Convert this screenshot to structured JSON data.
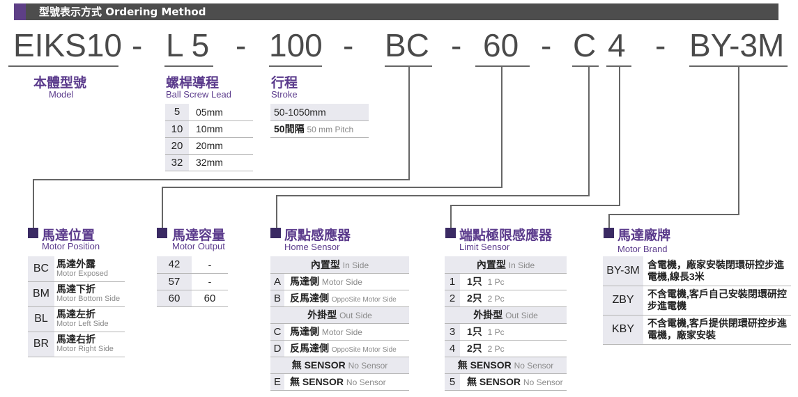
{
  "header": {
    "title": "型號表示方式 Ordering Method"
  },
  "code": {
    "model": "EIKS10",
    "dash1": "-",
    "lead": "L 5",
    "dash2": "-",
    "stroke": "100",
    "dash3": "-",
    "position": "BC",
    "dash4": "-",
    "output": "60",
    "dash5": "-",
    "sensor_c": "C",
    "sensor_n": "4",
    "dash6": "-",
    "brand": "BY-3M"
  },
  "model_label": {
    "cn": "本體型號",
    "en": "Model"
  },
  "lead": {
    "title_cn": "螺桿導程",
    "title_en": "Ball Screw Lead",
    "rows": [
      {
        "key": "5",
        "value": "05mm"
      },
      {
        "key": "10",
        "value": "10mm"
      },
      {
        "key": "20",
        "value": "20mm"
      },
      {
        "key": "32",
        "value": "32mm"
      }
    ]
  },
  "stroke": {
    "title_cn": "行程",
    "title_en": "Stroke",
    "range": "50-1050mm",
    "pitch_cn": "50間隔",
    "pitch_en": "50 mm Pitch"
  },
  "motor_position": {
    "title_cn": "馬達位置",
    "title_en": "Motor Position",
    "rows": [
      {
        "key": "BC",
        "cn": "馬達外露",
        "en": "Motor Exposed"
      },
      {
        "key": "BM",
        "cn": "馬達下折",
        "en": "Motor Bottom Side"
      },
      {
        "key": "BL",
        "cn": "馬達左折",
        "en": "Motor Left Side"
      },
      {
        "key": "BR",
        "cn": "馬達右折",
        "en": "Motor Right Side"
      }
    ]
  },
  "motor_output": {
    "title_cn": "馬達容量",
    "title_en": "Motor Output",
    "rows": [
      {
        "key": "42",
        "value": "-"
      },
      {
        "key": "57",
        "value": "-"
      },
      {
        "key": "60",
        "value": "60"
      }
    ]
  },
  "home_sensor": {
    "title_cn": "原點感應器",
    "title_en": "Home Sensor",
    "inside_cn": "內置型",
    "inside_en": "In Side",
    "outside_cn": "外掛型",
    "outside_en": "Out Side",
    "none_cn": "無 SENSOR",
    "none_en": "No Sensor",
    "rows": [
      {
        "key": "A",
        "cn": "馬達側",
        "en": "Motor Side"
      },
      {
        "key": "B",
        "cn": "反馬達側",
        "en": "OppoSite Motor Side"
      },
      {
        "key": "C",
        "cn": "馬達側",
        "en": "Motor Side"
      },
      {
        "key": "D",
        "cn": "反馬達側",
        "en": "OppoSite Motor Side"
      },
      {
        "key": "E",
        "cn": "無  SENSOR",
        "en": "No Sensor"
      }
    ]
  },
  "limit_sensor": {
    "title_cn": "端點極限感應器",
    "title_en": "Limit Sensor",
    "inside_cn": "內置型",
    "inside_en": "In Side",
    "outside_cn": "外掛型",
    "outside_en": "Out Side",
    "none_cn": "無 SENSOR",
    "none_en": "No Sensor",
    "rows": [
      {
        "key": "1",
        "cn": "1只",
        "en": "1 Pc"
      },
      {
        "key": "2",
        "cn": "2只",
        "en": "2 Pc"
      },
      {
        "key": "3",
        "cn": "1只",
        "en": "1 Pc"
      },
      {
        "key": "4",
        "cn": "2只",
        "en": "2 Pc"
      },
      {
        "key": "5",
        "cn": "無 SENSOR",
        "en": "No Sensor"
      }
    ]
  },
  "motor_brand": {
    "title_cn": "馬達廠牌",
    "title_en": "Motor Brand",
    "rows": [
      {
        "key": "BY-3M",
        "desc": "含電機，廠家安裝閉環研控步進電機,線長3米"
      },
      {
        "key": "ZBY",
        "desc": "不含電機,客戶自己安裝閉環研控步進電機"
      },
      {
        "key": "KBY",
        "desc": "不含電機,客戶提供閉環研控步進電機，廠家安裝"
      }
    ]
  },
  "colors": {
    "accent": "#5b3b8c",
    "header_bg": "#4d4d4d",
    "cell_bg": "#e9e9ef"
  }
}
